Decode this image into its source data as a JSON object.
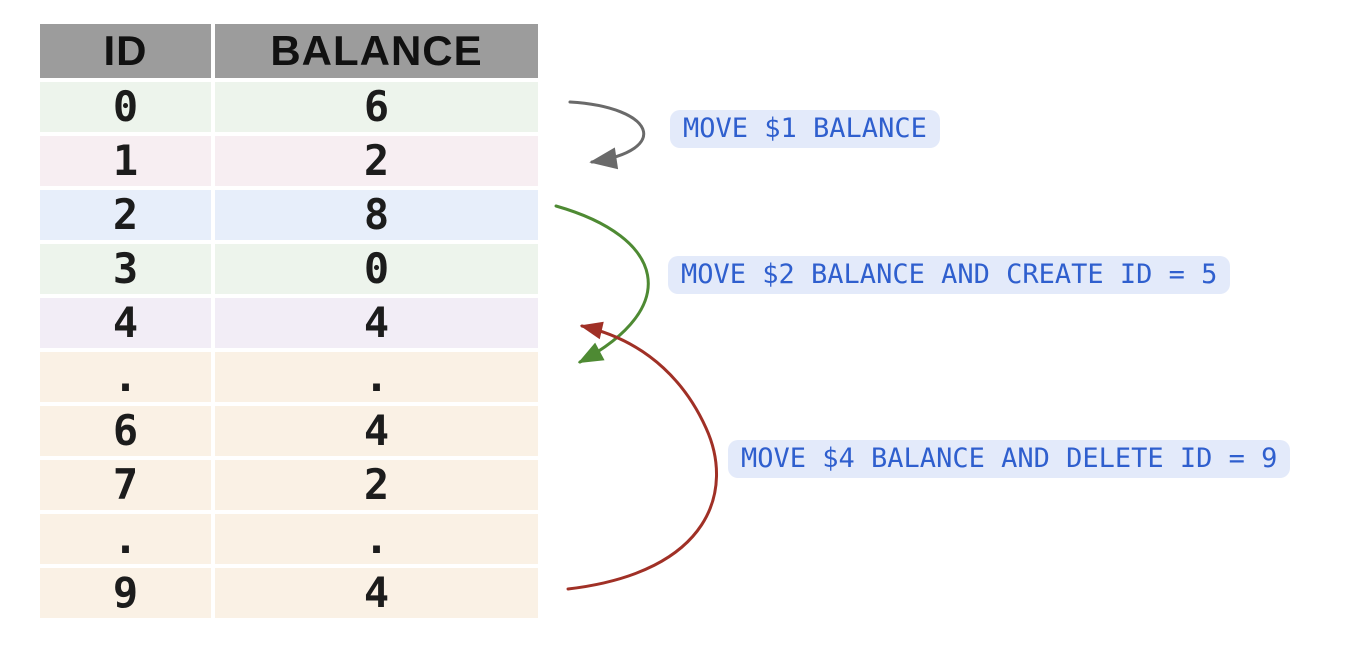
{
  "table": {
    "headers": [
      "ID",
      "BALANCE"
    ],
    "rows": [
      {
        "id": "0",
        "balance": "6",
        "variant": "green"
      },
      {
        "id": "1",
        "balance": "2",
        "variant": "pink"
      },
      {
        "id": "2",
        "balance": "8",
        "variant": "blue"
      },
      {
        "id": "3",
        "balance": "0",
        "variant": "green"
      },
      {
        "id": "4",
        "balance": "4",
        "variant": "lavender"
      },
      {
        "id": ".",
        "balance": ".",
        "variant": "cream"
      },
      {
        "id": "6",
        "balance": "4",
        "variant": "cream"
      },
      {
        "id": "7",
        "balance": "2",
        "variant": "cream"
      },
      {
        "id": ".",
        "balance": ".",
        "variant": "cream"
      },
      {
        "id": "9",
        "balance": "4",
        "variant": "cream"
      }
    ]
  },
  "annotations": [
    {
      "label": "MOVE $1 BALANCE",
      "arrow_color": "#6a6a6a",
      "from_id": "0",
      "to_id": "1"
    },
    {
      "label": "MOVE $2 BALANCE AND CREATE ID = 5",
      "arrow_color": "#4e8a33",
      "from_id": "2",
      "to_id": "5"
    },
    {
      "label": "MOVE $4 BALANCE AND DELETE ID = 9",
      "arrow_color": "#a03026",
      "from_id": "9",
      "to_id": "4"
    }
  ],
  "colors": {
    "background": "#ffffff",
    "header_bg": "#9c9c9c",
    "header_text": "#111111",
    "cell_text": "#1c1c1c",
    "row_green": "#edf4ec",
    "row_pink": "#f7eef2",
    "row_blue": "#e7eefa",
    "row_lavender": "#f2edf6",
    "row_cream": "#faf1e5",
    "pill_bg": "#e3eafa",
    "pill_text": "#2f5fce",
    "arrow_gray": "#6a6a6a",
    "arrow_green": "#4e8a33",
    "arrow_red": "#a03026"
  }
}
